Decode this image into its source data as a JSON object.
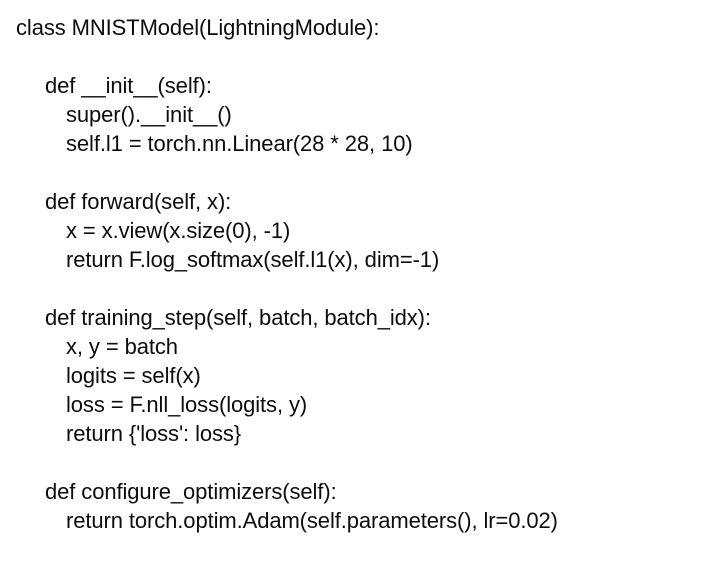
{
  "document": {
    "kind": "code-listing",
    "language": "python",
    "background_color": "#ffffff",
    "text_color": "#0d0d0d",
    "lines": [
      {
        "indent": 0,
        "text": "class MNISTModel(LightningModule):"
      },
      {
        "indent": 0,
        "text": ""
      },
      {
        "indent": 1,
        "text": "def __init__(self):"
      },
      {
        "indent": 2,
        "text": "super().__init__()"
      },
      {
        "indent": 2,
        "text": "self.l1 = torch.nn.Linear(28 * 28, 10)"
      },
      {
        "indent": 0,
        "text": ""
      },
      {
        "indent": 1,
        "text": "def forward(self, x):"
      },
      {
        "indent": 2,
        "text": "x = x.view(x.size(0), -1)"
      },
      {
        "indent": 2,
        "text": "return F.log_softmax(self.l1(x), dim=-1)"
      },
      {
        "indent": 0,
        "text": ""
      },
      {
        "indent": 1,
        "text": "def training_step(self, batch, batch_idx):"
      },
      {
        "indent": 2,
        "text": "x, y = batch"
      },
      {
        "indent": 2,
        "text": "logits = self(x)"
      },
      {
        "indent": 2,
        "text": "loss = F.nll_loss(logits, y)"
      },
      {
        "indent": 2,
        "text": "return {'loss': loss}"
      },
      {
        "indent": 0,
        "text": ""
      },
      {
        "indent": 1,
        "text": "def configure_optimizers(self):"
      },
      {
        "indent": 2,
        "text": "return torch.optim.Adam(self.parameters(), lr=0.02)"
      }
    ]
  }
}
